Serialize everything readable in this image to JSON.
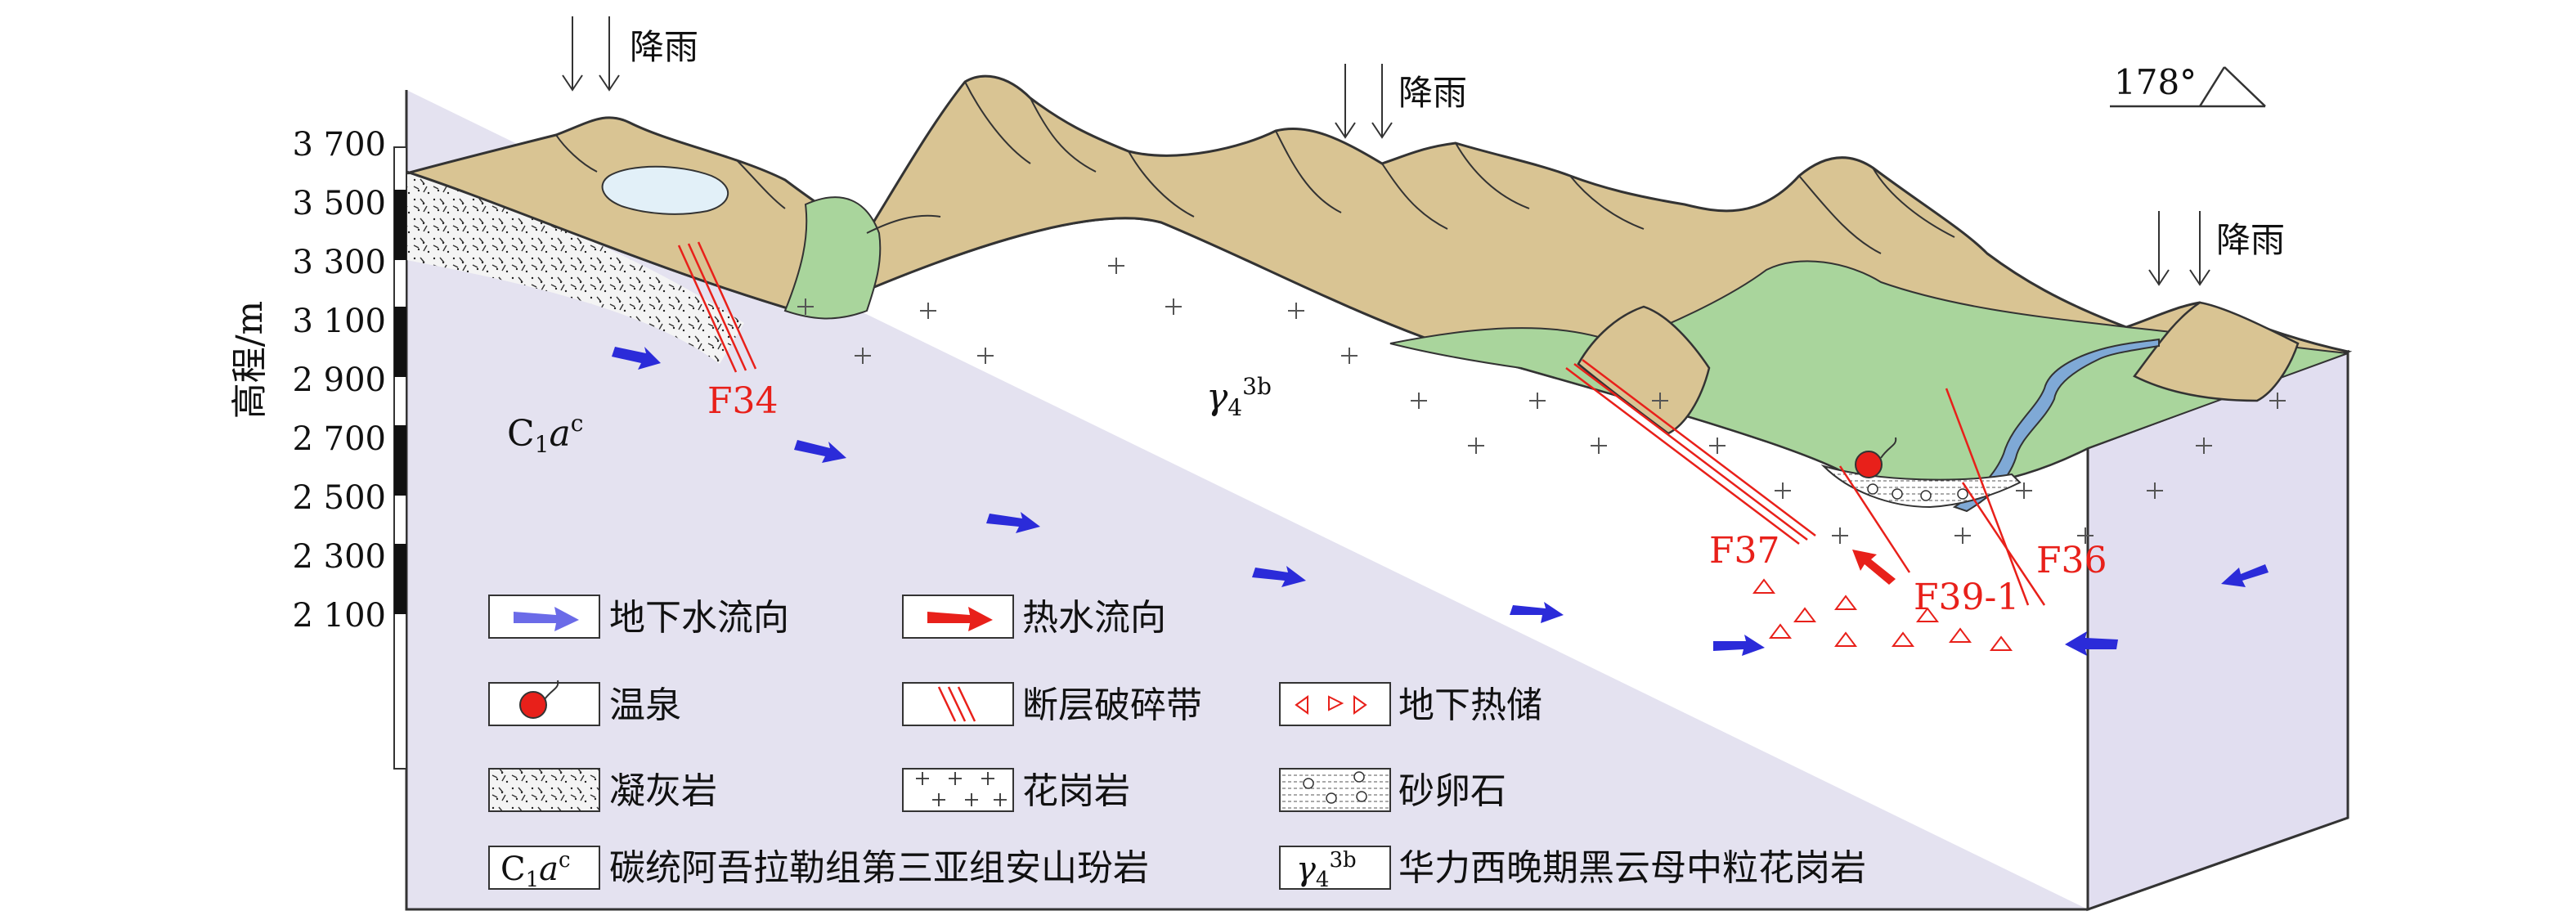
{
  "axis": {
    "ylabel": "高程/m",
    "ticks": [
      "3 700",
      "3 500",
      "3 300",
      "3 100",
      "2 900",
      "2 700",
      "2 500",
      "2 300",
      "2 100"
    ]
  },
  "labels": {
    "rain": "降雨",
    "azimuth": "178°",
    "formation_code": "C",
    "formation_sub": "1",
    "formation_a": "a",
    "formation_sup": "c",
    "granite_gamma": "γ",
    "granite_sub": "4",
    "granite_sup": "3b"
  },
  "faults": [
    "F34",
    "F37",
    "F39-1",
    "F36"
  ],
  "legend": {
    "groundwater_flow": "地下水流向",
    "hot_water_flow": "热水流向",
    "hot_spring": "温泉",
    "fault_zone": "断层破碎带",
    "geothermal_reservoir": "地下热储",
    "tuff": "凝灰岩",
    "granite": "花岗岩",
    "gravel": "砂卵石",
    "andesite_porphyrite": "碳统阿吾拉勒组第三亚组安山玢岩",
    "biotite_granite": "华力西晚期黑云母中粒花岗岩"
  },
  "colors": {
    "granite_fill": "#e4e2f0",
    "mountain_fill": "#d9c493",
    "vegetation": "#a9d59c",
    "river": "#7fa9d6",
    "groundwater_arrow": "#2b2bd9",
    "hot_arrow": "#e8201a",
    "fault_red": "#e8201a"
  }
}
